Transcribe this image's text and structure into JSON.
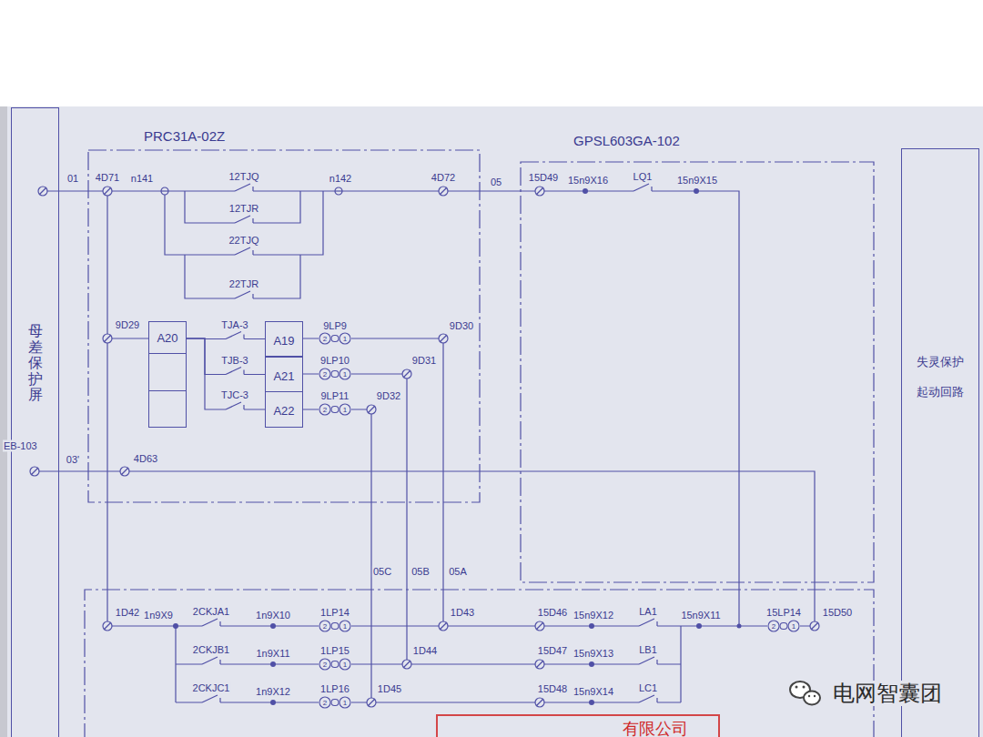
{
  "diagram": {
    "nodes": [
      {
        "text": [
          "母差保护屏"
        ]
      },
      {
        "text": [
          "PRC31A-02Z"
        ]
      },
      {
        "text": [
          "A20"
        ],
        "in": 1
      },
      {
        "text": [
          "A19"
        ],
        "in": 1
      },
      {
        "text": [
          "A21"
        ],
        "in": 1
      },
      {
        "text": [
          "A22"
        ],
        "in": 1
      },
      {
        "text": [
          "GPSL603GA-102"
        ]
      },
      {
        "text": [
          "失灵保护 起动回路"
        ]
      }
    ],
    "edges": [
      {
        "from": 2,
        "to": 3,
        "arrow": "none",
        "label": "TJA-3"
      },
      {
        "from": 2,
        "to": 4,
        "arrow": "none",
        "label": "TJB-3"
      },
      {
        "from": 2,
        "to": 5,
        "arrow": "none",
        "label": "TJC-3"
      }
    ],
    "labels": [
      "01",
      "4D71",
      "n141",
      "12TJQ",
      "n142",
      "4D72",
      "05",
      "15D49",
      "15n9X16",
      "LQ1",
      "15n9X15",
      "12TJR",
      "22TJQ",
      "22TJR",
      "9D29",
      "9LP9",
      "2",
      "1",
      "9D30",
      "9LP10",
      "2",
      "1",
      "9D31",
      "9LP11",
      "2",
      "1",
      "9D32",
      "EB-103",
      "03'",
      "4D63",
      "05C",
      "05B",
      "05A",
      "1D42",
      "1n9X9",
      "2CKJA1",
      "1n9X10",
      "1LP14",
      "2",
      "1",
      "1D43",
      "15D46",
      "15n9X12",
      "LA1",
      "15n9X11",
      "15LP14",
      "2",
      "1",
      "15D50",
      "2CKJB1",
      "1n9X11",
      "1LP15",
      "2",
      "1",
      "1D44",
      "15D47",
      "15n9X13",
      "LB1",
      "2CKJC1",
      "1n9X12",
      "1LP16",
      "2",
      "1",
      "1D45",
      "15D48",
      "15n9X14",
      "LC1",
      "有限公司",
      "电网智囊团"
    ]
  }
}
